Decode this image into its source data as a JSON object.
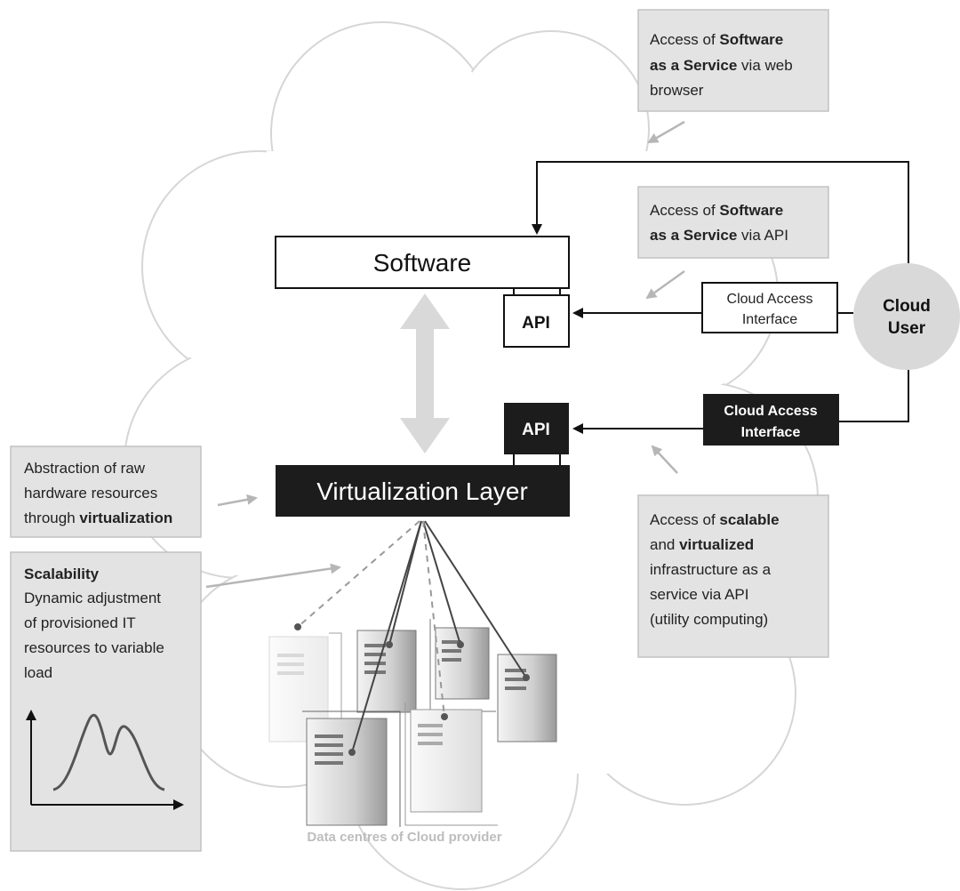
{
  "diagram": {
    "software_box": {
      "label": "Software"
    },
    "virtualization_box": {
      "label": "Virtualization Layer"
    },
    "api_software": {
      "label": "API"
    },
    "api_infra": {
      "label": "API"
    },
    "cloud_access_white": {
      "line1": "Cloud Access",
      "line2": "Interface"
    },
    "cloud_access_black": {
      "line1": "Cloud Access",
      "line2": "Interface"
    },
    "cloud_user": {
      "line1": "Cloud",
      "line2": "User"
    },
    "datacentre_caption": "Data centres of Cloud provider",
    "callouts": {
      "saas_browser": {
        "l1a": "Access of ",
        "l1b": "Software",
        "l2a": "as a Service",
        "l2b": " via web",
        "l3": "browser"
      },
      "saas_api": {
        "l1a": "Access of ",
        "l1b": "Software",
        "l2a": "as a Service",
        "l2b": " via API"
      },
      "abstraction": {
        "l1": "Abstraction of raw",
        "l2": "hardware resources",
        "l3a": "through ",
        "l3b": "virtualization"
      },
      "scalable": {
        "l1a": "Access of ",
        "l1b": "scalable",
        "l2a": "and ",
        "l2b": "virtualized",
        "l3": "infrastructure as a",
        "l4": "service via API",
        "l5": "(utility computing)"
      },
      "scalability": {
        "title": "Scalability",
        "l1": "Dynamic adjustment",
        "l2": "of provisioned IT",
        "l3": "resources to variable",
        "l4": "load"
      }
    }
  },
  "colors": {
    "black_box": "#1c1c1c",
    "cloud_outline": "#d6d6d6",
    "callout_fill": "#e3e3e3",
    "user_circle": "#d9d9d9"
  }
}
